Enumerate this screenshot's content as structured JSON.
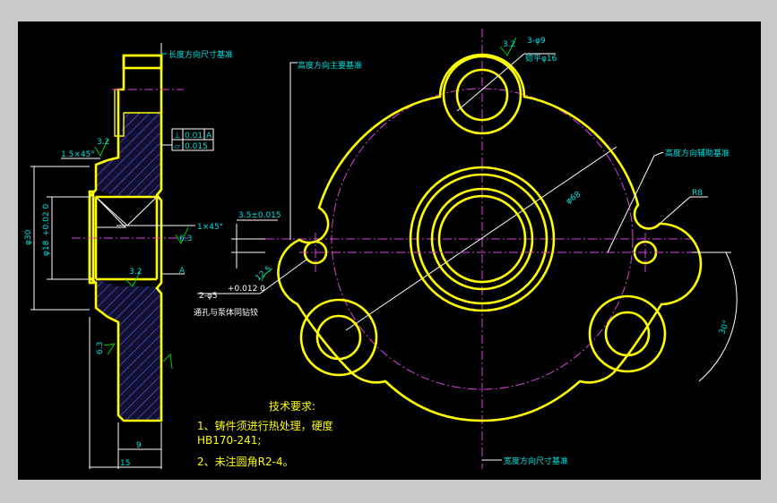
{
  "side_view": {
    "label_length_datum": "长度方向尺寸基准",
    "chamfer_top": "1.5×45°",
    "chamfer_mid": "1×45°",
    "dim_outer_dia": "φ30",
    "dim_bore_dia": "φ18",
    "dim_bore_tol": "+0.02 0",
    "dim_width_9": "9",
    "dim_width_15": "15",
    "roughness_a": "3.2",
    "roughness_b": "6.3",
    "roughness_c": "3.2",
    "roughness_d": "6.3",
    "gdt_row1_symbol": "⊥",
    "gdt_row1_value": "0.01",
    "gdt_row1_datum": "A",
    "gdt_row2_symbol": "▱",
    "gdt_row2_value": "0.015",
    "datum_letter": "A"
  },
  "front_view": {
    "label_height_main_datum": "高度方向主要基准",
    "label_height_aux_datum": "高度方向辅助基准",
    "label_width_datum": "宽度方向尺寸基准",
    "hole_count_dia": "3-φ9",
    "counterbore": "锪平φ16",
    "dim_pitch_dia": "φ68",
    "dim_radius": "R8",
    "dim_angle": "30°",
    "dim_offset": "3.5±0.015",
    "pin_holes": "2-φ5",
    "pin_holes_tol": "+0.012 0",
    "pin_holes_note": "通孔与泵体同钻铰",
    "roughness_e": "3.2",
    "roughness_f": "12.5"
  },
  "tech_req": {
    "title": "技术要求:",
    "line1": "1、铸件须进行热处理，硬度",
    "line2": "HB170-241;",
    "line3": "2、未注圆角R2-4。"
  },
  "colors": {
    "background": "#000000",
    "outline": "#ffff00",
    "centerline": "#e040e0",
    "dimension_text": "#00e0e0",
    "roughness": "#00d000",
    "frame": "#c9c9c9"
  }
}
